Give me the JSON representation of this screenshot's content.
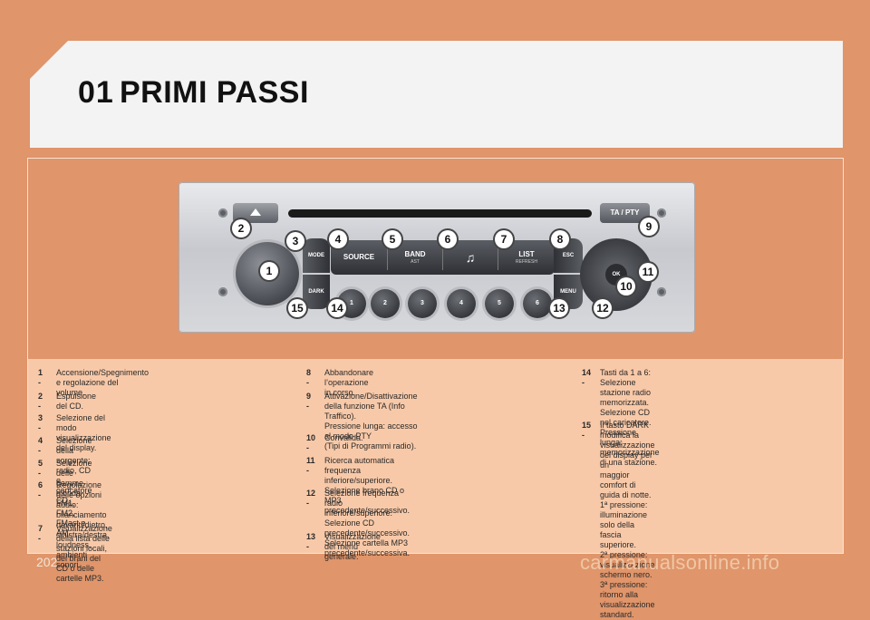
{
  "header": {
    "number": "01",
    "title": "PRIMI PASSI"
  },
  "page_number": "202",
  "watermark": "carmanualsonline.info",
  "radio": {
    "ta_pty": "TA / PTY",
    "mode": "MODE",
    "dark": "DARK",
    "source": "SOURCE",
    "band": "BAND",
    "band_sub": "AST",
    "music": "♫",
    "list": "LIST",
    "list_sub": "REFRESH",
    "esc": "ESC",
    "menu": "MENU",
    "ok": "OK",
    "presets": [
      "1",
      "2",
      "3",
      "4",
      "5",
      "6"
    ],
    "callouts": [
      "1",
      "2",
      "3",
      "4",
      "5",
      "6",
      "7",
      "8",
      "9",
      "10",
      "11",
      "12",
      "13",
      "14",
      "15"
    ]
  },
  "items_left": [
    {
      "n": "1 -",
      "t": "Accensione/Spegnimento e regolazione del volume."
    },
    {
      "n": "2 -",
      "t": "Espulsione del CD."
    },
    {
      "n": "3 -",
      "t": "Selezione del modo visualizzazione del display."
    },
    {
      "n": "4 -",
      "t": "Selezione della sorgente: radio, CD e caricatore CD."
    },
    {
      "n": "5 -",
      "t": "Selezione delle gamme d’onda FM1, FM2, FMast e AM."
    },
    {
      "n": "6 -",
      "t": "Regolazione delle opzioni audio:\nbilanciamento davanti/dietro, sinistra/destra, loudness,\nambienti sonori."
    },
    {
      "n": "7 -",
      "t": "Visualizzazione della lista delle stazioni locali, dei brani del\nCD o delle cartelle MP3."
    }
  ],
  "items_mid": [
    {
      "n": "8 -",
      "t": "Abbandonare l’operazione in corso."
    },
    {
      "n": "9 -",
      "t": "Attivazione/Disattivazione della funzione TA (Info Traffico).\nPressione lunga: accesso al modo PTY\n(Tipi di Programmi radio)."
    },
    {
      "n": "10 -",
      "t": "Convalida."
    },
    {
      "n": "11 -",
      "t": "Ricerca automatica frequenza inferiore/superiore.\nSelezione brano CD o MP3 precedente/successivo."
    },
    {
      "n": "12 -",
      "t": "Selezione frequenza radio inferiore/superiore.\nSelezione CD precedente/successivo.\nSelezione cartella MP3 precedente/successiva."
    },
    {
      "n": "13 -",
      "t": "Visualizzazione del menù generale."
    }
  ],
  "items_right": [
    {
      "n": "14 -",
      "t": "Tasti da 1 a 6:\nSelezione stazione radio memorizzata.\nSelezione CD nel caricatore.\nPressione lunga: memorizzazione di una stazione."
    },
    {
      "n": "15 -",
      "t": "Il tasto DARK modifica la visualizzazione del display per un\nmaggior comfort di guida di notte.\n1ª pressione: illuminazione solo della fascia superiore.\n2ª pressione: visualizzazione schermo nero.\n3ª pressione: ritorno alla visualizzazione standard."
    }
  ]
}
